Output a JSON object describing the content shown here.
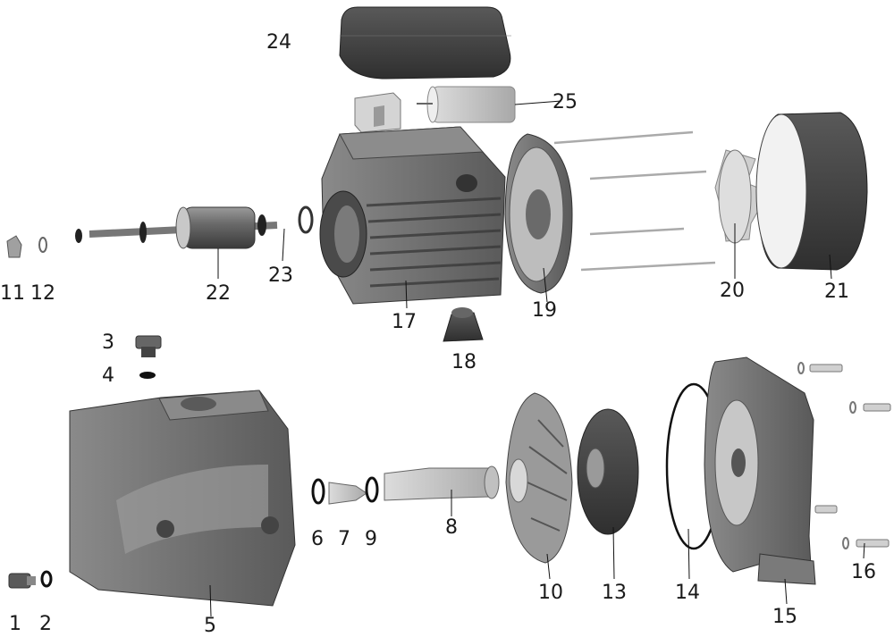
{
  "diagram": {
    "colors": {
      "part_dark": "#3c3c3c",
      "part_mid": "#6e6e6e",
      "part_light": "#bdbdbd",
      "leader": "#111111"
    },
    "callouts": [
      {
        "id": "1",
        "label": "1"
      },
      {
        "id": "2",
        "label": "2"
      },
      {
        "id": "3",
        "label": "3"
      },
      {
        "id": "4",
        "label": "4"
      },
      {
        "id": "5",
        "label": "5"
      },
      {
        "id": "6",
        "label": "6"
      },
      {
        "id": "7",
        "label": "7"
      },
      {
        "id": "8",
        "label": "8"
      },
      {
        "id": "9",
        "label": "9"
      },
      {
        "id": "10",
        "label": "10"
      },
      {
        "id": "11",
        "label": "11"
      },
      {
        "id": "12",
        "label": "12"
      },
      {
        "id": "13",
        "label": "13"
      },
      {
        "id": "14",
        "label": "14"
      },
      {
        "id": "15",
        "label": "15"
      },
      {
        "id": "16",
        "label": "16"
      },
      {
        "id": "17",
        "label": "17"
      },
      {
        "id": "18",
        "label": "18"
      },
      {
        "id": "19",
        "label": "19"
      },
      {
        "id": "20",
        "label": "20"
      },
      {
        "id": "21",
        "label": "21"
      },
      {
        "id": "22",
        "label": "22"
      },
      {
        "id": "23",
        "label": "23"
      },
      {
        "id": "24",
        "label": "24"
      },
      {
        "id": "25",
        "label": "25"
      }
    ]
  }
}
